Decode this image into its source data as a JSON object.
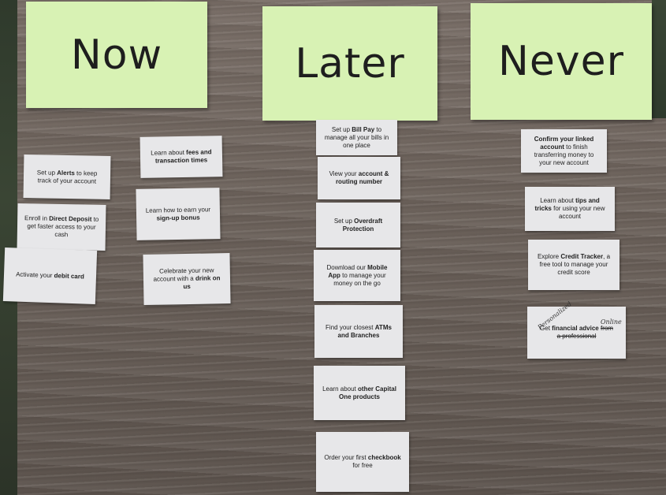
{
  "headers": {
    "now": "Now",
    "later": "Later",
    "never": "Never"
  },
  "cards": {
    "alerts": {
      "pre": "Set up ",
      "bold": "Alerts",
      "post": " to keep track of your account"
    },
    "deposit": {
      "pre": "Enroll in ",
      "bold": "Direct Deposit",
      "post": " to get faster access to your cash"
    },
    "debit": {
      "pre": "Activate your ",
      "bold": "debit card",
      "post": ""
    },
    "fees": {
      "pre": "Learn about ",
      "bold": "fees and transaction times",
      "post": ""
    },
    "signup": {
      "pre": "Learn how to earn your ",
      "bold": "sign-up bonus",
      "post": ""
    },
    "drink": {
      "pre": "Celebrate your new account with a ",
      "bold": "drink on us",
      "post": ""
    },
    "billpay": {
      "pre": "Set up ",
      "bold": "Bill Pay",
      "post": " to manage all your bills in one place"
    },
    "routing": {
      "pre": "View your ",
      "bold": "account & routing number",
      "post": ""
    },
    "overdraft": {
      "pre": "Set up ",
      "bold": "Overdraft Protection",
      "post": ""
    },
    "mobile": {
      "pre": "Download our ",
      "bold": "Mobile App",
      "post": " to manage your money on the go"
    },
    "atms": {
      "pre": "Find your closest ",
      "bold": "ATMs and Branches",
      "post": ""
    },
    "products": {
      "pre": "Learn about ",
      "bold": "other Capital One products",
      "post": ""
    },
    "checkbook": {
      "pre": "Order your first ",
      "bold": "checkbook",
      "post": " for free"
    },
    "linked": {
      "pre": "",
      "bold": "Confirm your linked account",
      "post": " to finish transferring money to your new account"
    },
    "tips": {
      "pre": "Learn about ",
      "bold": "tips and tricks",
      "post": " for using your new account"
    },
    "credit": {
      "pre": "Explore ",
      "bold": "Credit Tracker",
      "post": ", a free tool to manage your credit score"
    },
    "advice": {
      "pre": "Get ",
      "bold": "financial advice",
      "struck1": "from",
      "struck2": "a professional"
    }
  },
  "annotations": {
    "personalized": "Personalized",
    "online": "Online"
  }
}
